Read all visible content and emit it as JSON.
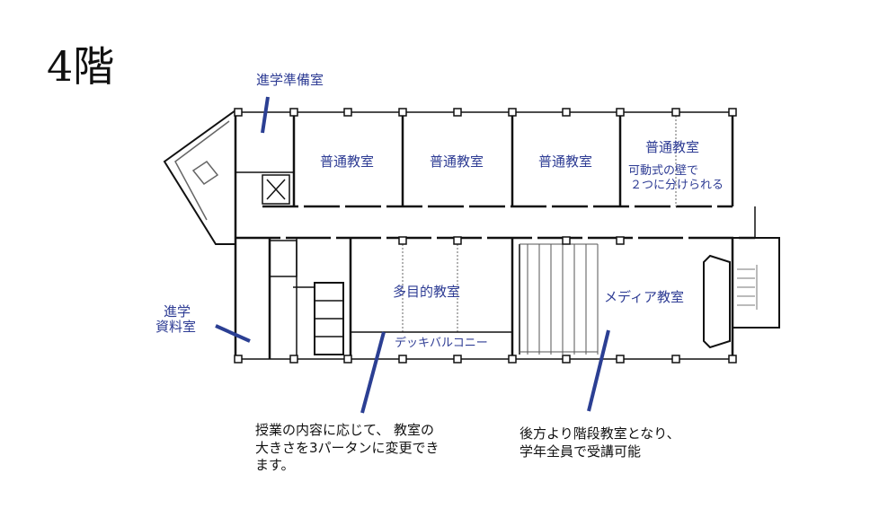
{
  "floor_title": "4階",
  "rooms": {
    "prep_room": "進学準備室",
    "classroom_1": "普通教室",
    "classroom_2": "普通教室",
    "classroom_3": "普通教室",
    "classroom_4": "普通教室",
    "movable_wall_note_1": "可動式の壁で",
    "movable_wall_note_2": "２つに分けられる",
    "resource_room_1": "進学",
    "resource_room_2": "資料室",
    "multipurpose": "多目的教室",
    "deck_balcony": "デッキバルコニー",
    "media_room": "メディア教室"
  },
  "notes": {
    "multipurpose_1": "授業の内容に応じて、 教室の",
    "multipurpose_2": "大きさを3パータンに変更でき",
    "multipurpose_3": "ます。",
    "media_1": "後方より階段教室となり、",
    "media_2": "学年全員で受講可能"
  },
  "colors": {
    "label": "#2e3c94",
    "pointer": "#2b3f93",
    "wall": "#111111"
  }
}
